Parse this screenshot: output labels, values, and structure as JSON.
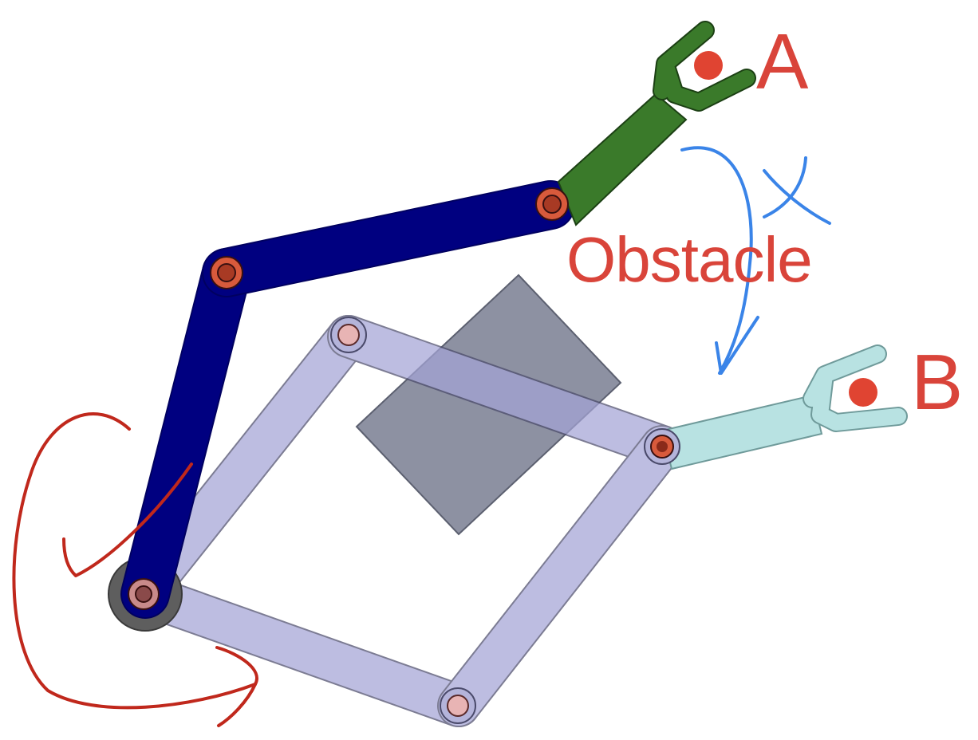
{
  "labels": {
    "target_a": "A",
    "target_b": "B",
    "obstacle": "Obstacle"
  },
  "colors": {
    "label_red": "#d9443a",
    "arm_upper": "#000080",
    "gripper_a": "#3a7a2a",
    "gripper_b": "#b8e2e2",
    "ghost_arm": "#b4b4da",
    "obstacle": "#8d91a2",
    "joint_orange": "#d85a3c",
    "joint_pink": "#e8b4b4",
    "annotation_blue": "#3a84e8",
    "annotation_red": "#c0281c"
  },
  "annotations": {
    "blue_path": "curved-arrow-a-to-b",
    "blue_cross": "cross-mark",
    "red_rotation": "curved-rotation-arrow"
  }
}
